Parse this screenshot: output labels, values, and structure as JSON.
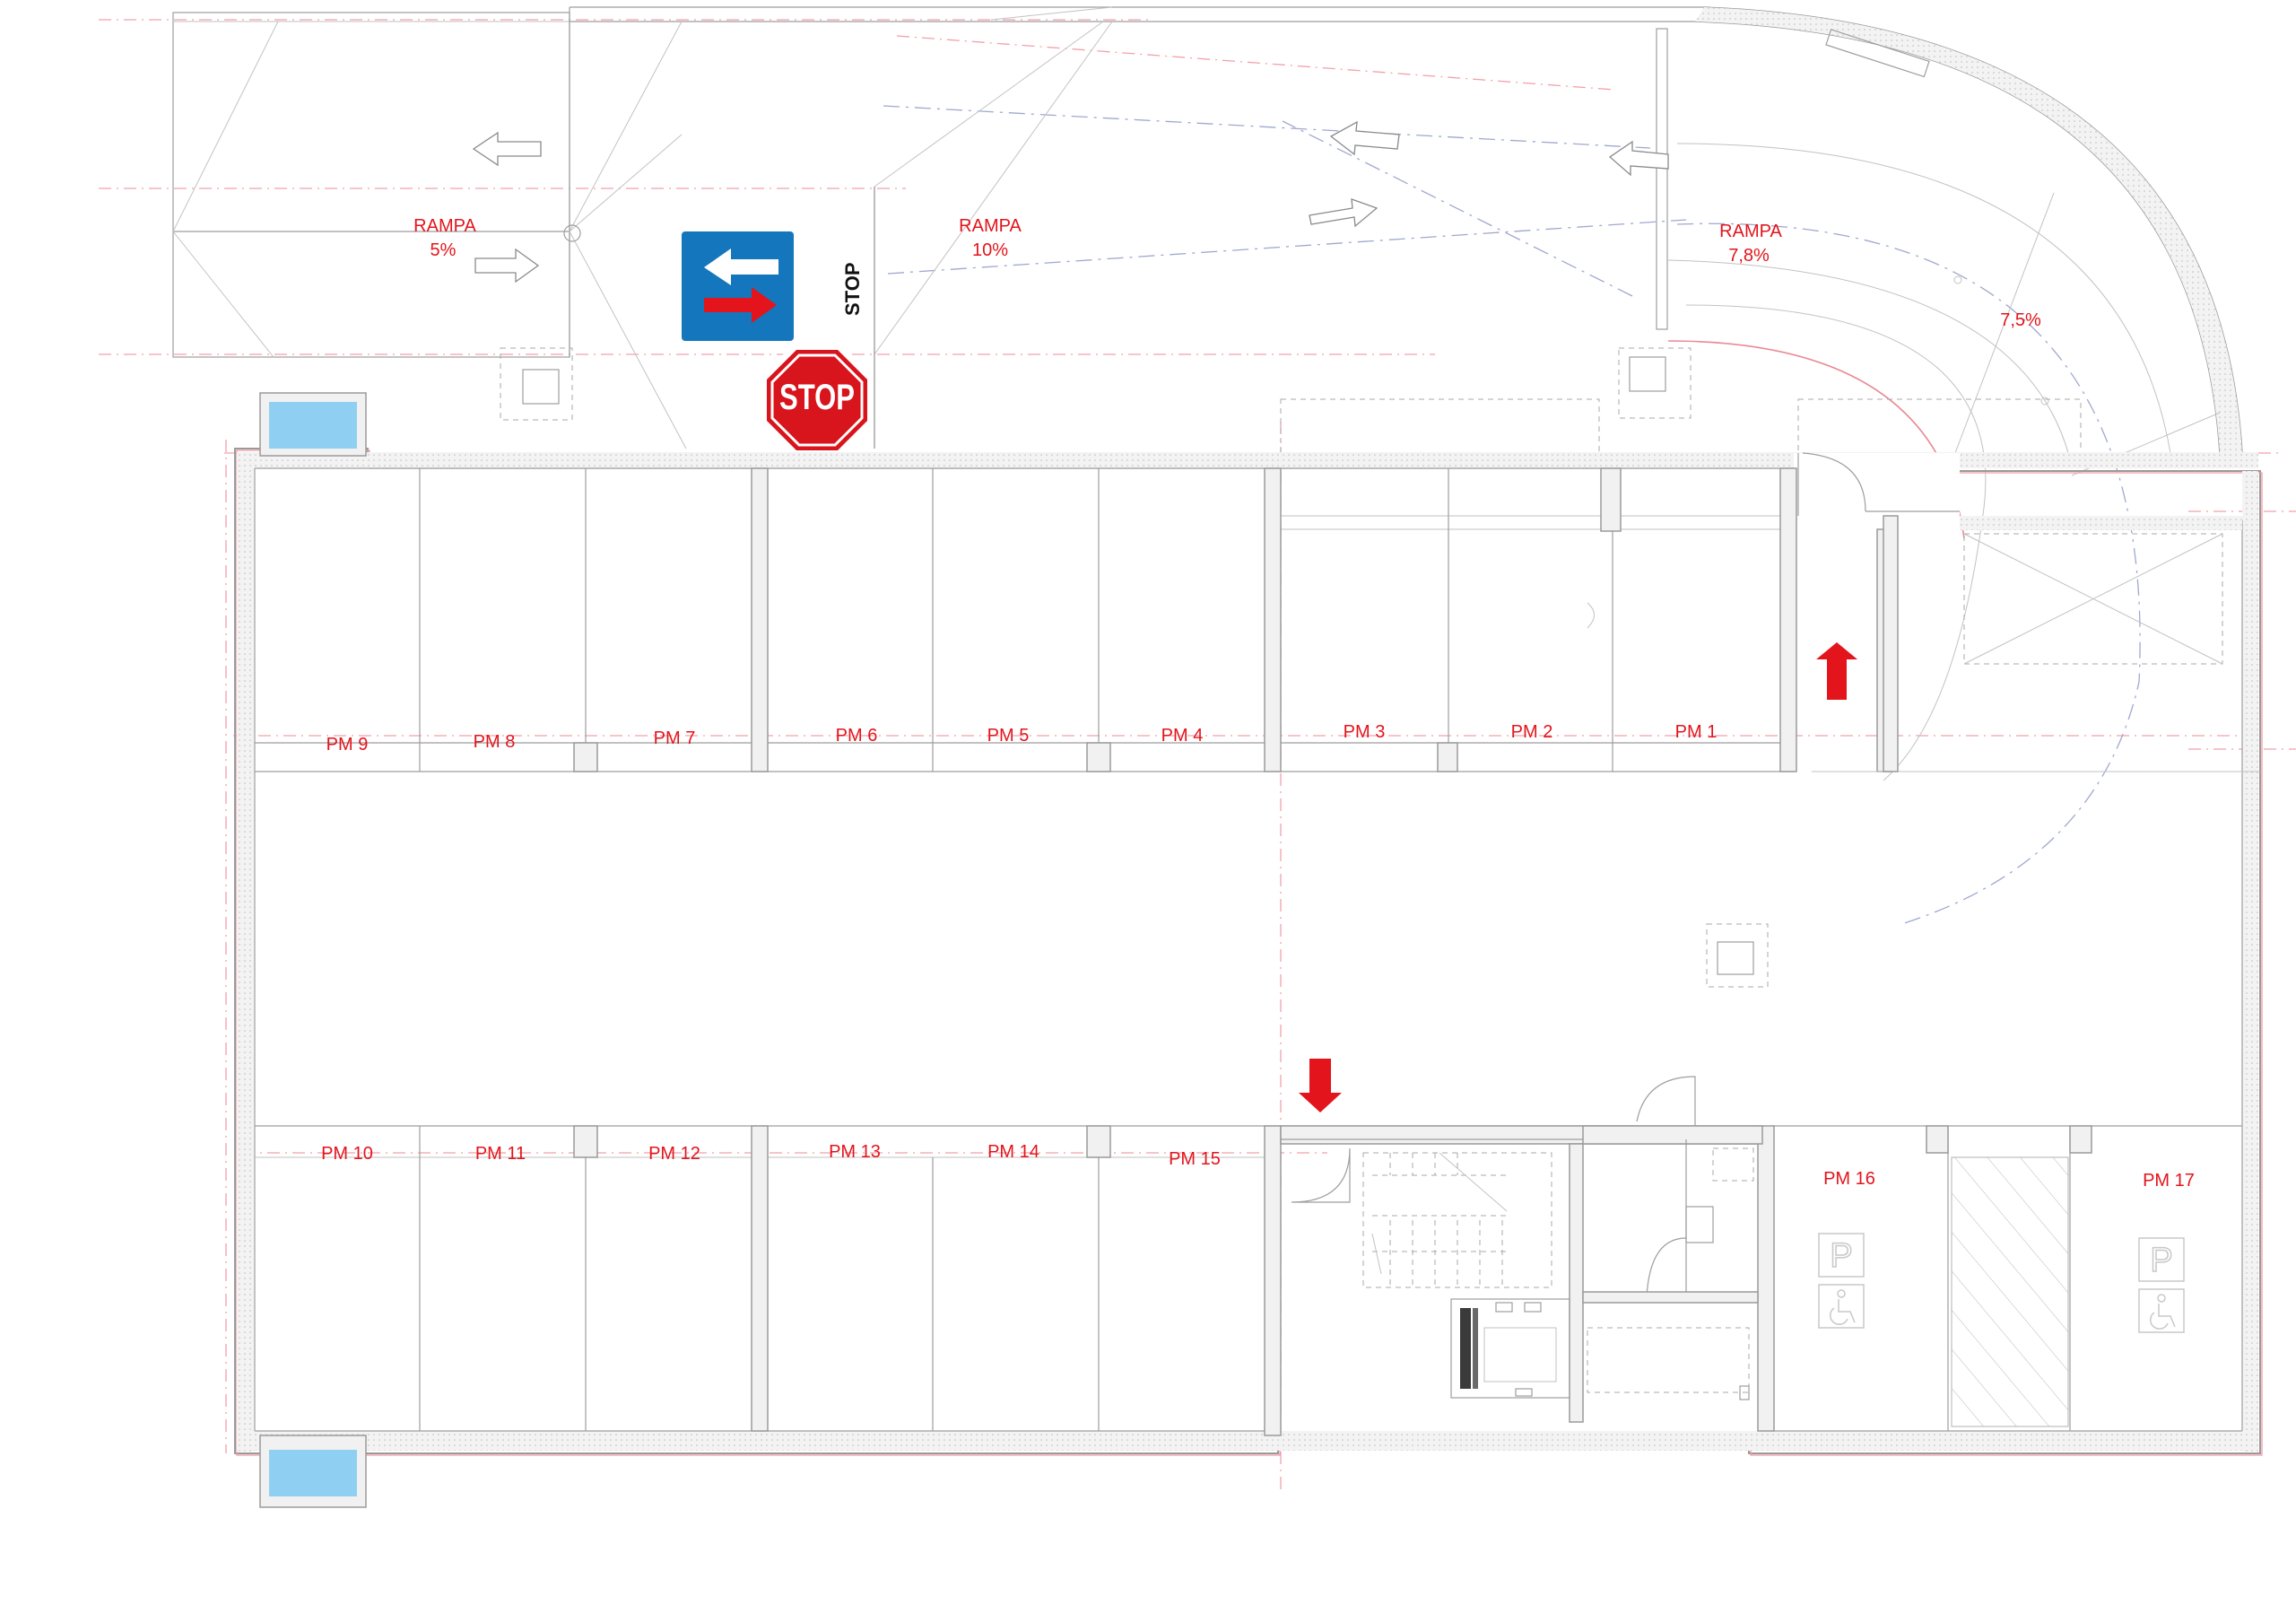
{
  "ramps": [
    {
      "title": "RAMPA",
      "grade": "5%"
    },
    {
      "title": "RAMPA",
      "grade": "10%"
    },
    {
      "title": "RAMPA",
      "grade": "7,8%"
    }
  ],
  "ramp_grade_extra": "7,5%",
  "signs": {
    "stop_road_text": "STOP",
    "stop_sign_text": "STOP",
    "priority_sign_colors": {
      "background": "#1476bc",
      "white_arrow": "#ffffff",
      "red_arrow": "#e3141b"
    }
  },
  "parking_top": [
    "PM 9",
    "PM 8",
    "PM 7",
    "PM 6",
    "PM 5",
    "PM 4",
    "PM 3",
    "PM 2",
    "PM 1"
  ],
  "parking_bottom": [
    "PM 10",
    "PM 11",
    "PM 12",
    "PM 13",
    "PM 14",
    "PM 15"
  ],
  "parking_accessible": [
    "PM 16",
    "PM 17"
  ],
  "colors": {
    "labels": "#e3141b",
    "light_well": "#8fd0f2",
    "walls": "#f1f1f1"
  }
}
